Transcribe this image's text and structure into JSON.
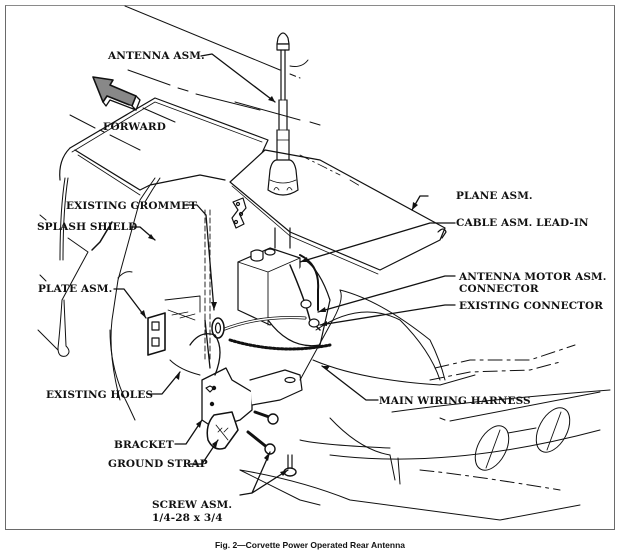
{
  "figure": {
    "caption": "Fig. 2—Corvette Power Operated Rear Antenna",
    "direction_indicator": {
      "icon": "forward-arrow-icon",
      "label": "FORWARD"
    }
  },
  "callouts": {
    "antenna_asm": "ANTENNA ASM.",
    "existing_grommet": "EXISTING GROMMET",
    "splash_shield": "SPLASH SHIELD",
    "plate_asm": "PLATE ASM.",
    "existing_holes": "EXISTING HOLES",
    "bracket": "BRACKET",
    "ground_strap": "GROUND STRAP",
    "screw_asm": "SCREW ASM.",
    "screw_spec": "1/4-28 x 3/4",
    "plane_asm": "PLANE ASM.",
    "cable_asm_lead_in": "CABLE ASM. LEAD-IN",
    "antenna_motor_asm": "ANTENNA MOTOR ASM.",
    "antenna_motor_connector": "CONNECTOR",
    "existing_connector": "EXISTING CONNECTOR",
    "main_wiring_harness": "MAIN WIRING HARNESS"
  }
}
